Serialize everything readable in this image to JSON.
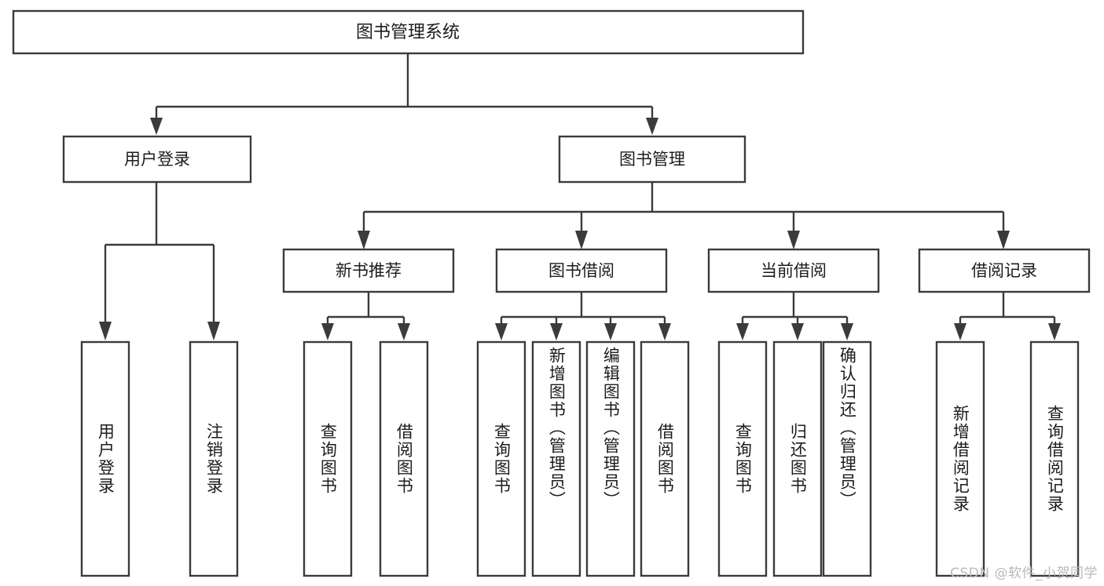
{
  "diagram": {
    "type": "tree",
    "title": "图书管理系统",
    "watermark": "CSDN @软件_小贺同学",
    "colors": {
      "box_stroke": "#3b3b3b",
      "box_fill": "#ffffff",
      "text": "#1c1c1c",
      "watermark": "#b9b9b9",
      "background": "#ffffff"
    },
    "root": {
      "label": "图书管理系统"
    },
    "level2": [
      {
        "label": "用户登录"
      },
      {
        "label": "图书管理"
      }
    ],
    "level3": [
      {
        "label": "新书推荐"
      },
      {
        "label": "图书借阅"
      },
      {
        "label": "当前借阅"
      },
      {
        "label": "借阅记录"
      }
    ],
    "leaves": {
      "user_login": [
        {
          "label": "用户登录"
        },
        {
          "label": "注销登录"
        }
      ],
      "new_book_recommend": [
        {
          "label": "查询图书"
        },
        {
          "label": "借阅图书"
        }
      ],
      "book_borrow": [
        {
          "label": "查询图书"
        },
        {
          "label": "新增图书（管理员）"
        },
        {
          "label": "编辑图书（管理员）"
        },
        {
          "label": "借阅图书"
        }
      ],
      "current_borrow": [
        {
          "label": "查询图书"
        },
        {
          "label": "归还图书"
        },
        {
          "label": "确认归还（管理员）"
        }
      ],
      "borrow_records": [
        {
          "label": "新增借阅记录"
        },
        {
          "label": "查询借阅记录"
        }
      ]
    }
  }
}
